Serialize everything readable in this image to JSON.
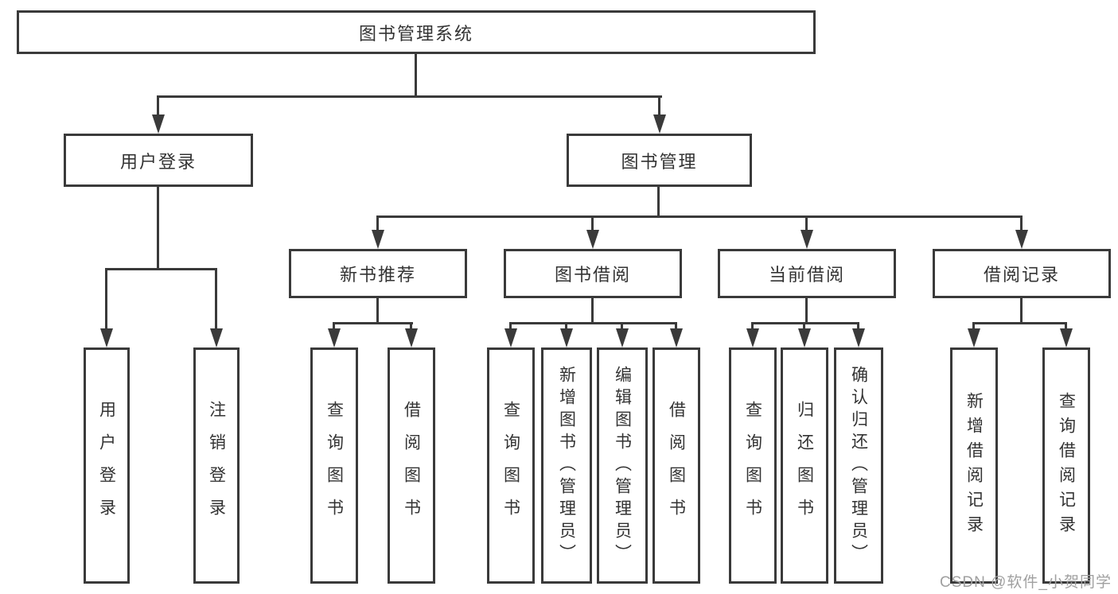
{
  "colors": {
    "line": "#3a3a3a",
    "box_border": "#3a3a3a",
    "box_fill": "#ffffff",
    "text": "#333333",
    "watermark": "#a0a0a0",
    "background": "#ffffff"
  },
  "root": {
    "label": "图书管理系统"
  },
  "level1": [
    {
      "label": "用户登录"
    },
    {
      "label": "图书管理"
    }
  ],
  "level2": [
    {
      "label": "新书推荐"
    },
    {
      "label": "图书借阅"
    },
    {
      "label": "当前借阅"
    },
    {
      "label": "借阅记录"
    }
  ],
  "leaves": {
    "user_login": [
      {
        "label": "用户登录"
      },
      {
        "label": "注销登录"
      }
    ],
    "new_book": [
      {
        "label": "查询图书"
      },
      {
        "label": "借阅图书"
      }
    ],
    "book_borrow": [
      {
        "label": "查询图书"
      },
      {
        "label": "新增图书（管理员）"
      },
      {
        "label": "编辑图书（管理员）"
      },
      {
        "label": "借阅图书"
      }
    ],
    "current_borrow": [
      {
        "label": "查询图书"
      },
      {
        "label": "归还图书"
      },
      {
        "label": "确认归还（管理员）"
      }
    ],
    "borrow_records": [
      {
        "label": "新增借阅记录"
      },
      {
        "label": "查询借阅记录"
      }
    ]
  },
  "watermark": "CSDN @软件_小贺同学"
}
